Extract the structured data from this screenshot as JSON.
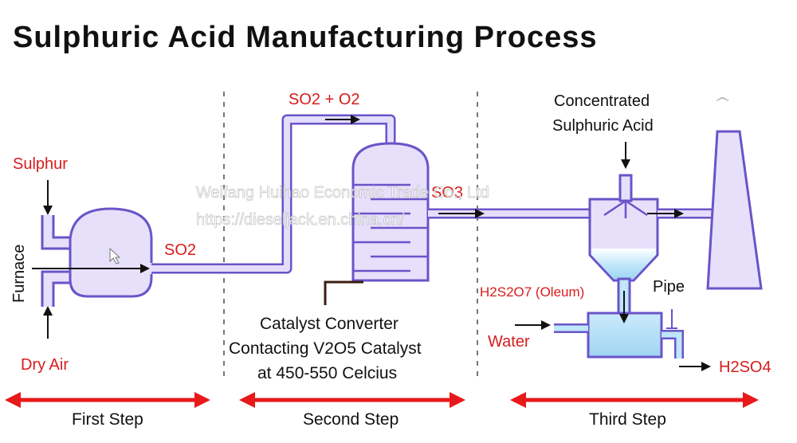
{
  "title": "Sulphuric Acid Manufacturing Process",
  "labels": {
    "sulphur": "Sulphur",
    "furnace": "Furnace",
    "dry_air": "Dry Air",
    "so2": "SO2",
    "so2_o2": "SO2 + O2",
    "so3": "SO3",
    "concentrated_line1": "Concentrated",
    "concentrated_line2": "Sulphuric Acid",
    "oleum": "H2S2O7 (Oleum)",
    "pipe": "Pipe",
    "water": "Water",
    "h2so4": "H2SO4",
    "catalyst_line1": "Catalyst Converter",
    "catalyst_line2": "Contacting V2O5 Catalyst",
    "catalyst_line3": "at 450-550 Celcius"
  },
  "steps": [
    "First Step",
    "Second Step",
    "Third Step"
  ],
  "watermark": {
    "line1": "Weifang Huihao Economic Trade Co., Ltd",
    "line2": "https://dieseljack.en.china.cn/"
  },
  "colors": {
    "pipe": "#6a54c8",
    "vessel_fill": "#e7e0fb",
    "liquid": "#bfe6fb",
    "label_red": "#d81c1c",
    "step_arrow": "#e8191b"
  }
}
